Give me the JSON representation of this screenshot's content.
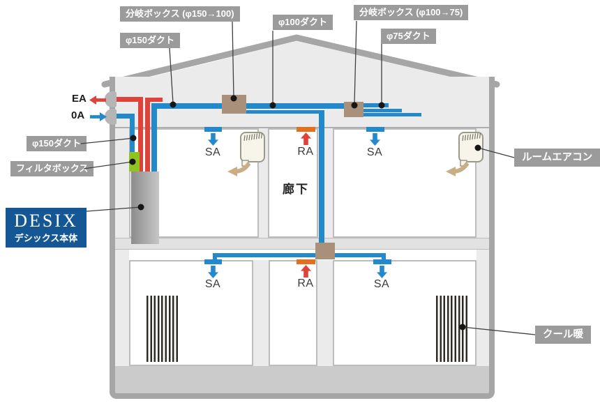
{
  "colors": {
    "duct_blue": "#2389cb",
    "pipe_red": "#df4238",
    "vent_orange": "#e2711f",
    "filter_green": "#8fc31f",
    "box_tan": "#a8907b",
    "label_gray": "#9b9b9b",
    "desix_blue": "#155694",
    "aircon_arrow_tan": "#c8ae85"
  },
  "attic": {
    "branch_box_150_100": "分岐ボックス (φ150→100)",
    "duct_150": "φ150ダクト",
    "duct_100": "φ100ダクト",
    "branch_box_100_75": "分岐ボックス (φ100→75)",
    "duct_75": "φ75ダクト"
  },
  "intake": {
    "ea": "EA",
    "oa": "0A"
  },
  "machine_room": {
    "duct_150": "φ150ダクト",
    "filter_box": "フィルタボックス",
    "desix_name": "DESIX",
    "desix_subtitle": "デシックス本体"
  },
  "equipment": {
    "room_aircon": "ルームエアコン",
    "cool_warm": "クール暖"
  },
  "floor2": {
    "corridor": "廊下",
    "vents": [
      {
        "label": "SA"
      },
      {
        "label": "RA"
      },
      {
        "label": "SA"
      }
    ]
  },
  "floor1": {
    "vents": [
      {
        "label": "SA"
      },
      {
        "label": "RA"
      },
      {
        "label": "SA"
      }
    ]
  },
  "icons": {
    "ea_arrow": "arrow-left",
    "oa_arrow": "arrow-right",
    "sa_arrow": "arrow-down",
    "ra_arrow": "arrow-up"
  }
}
